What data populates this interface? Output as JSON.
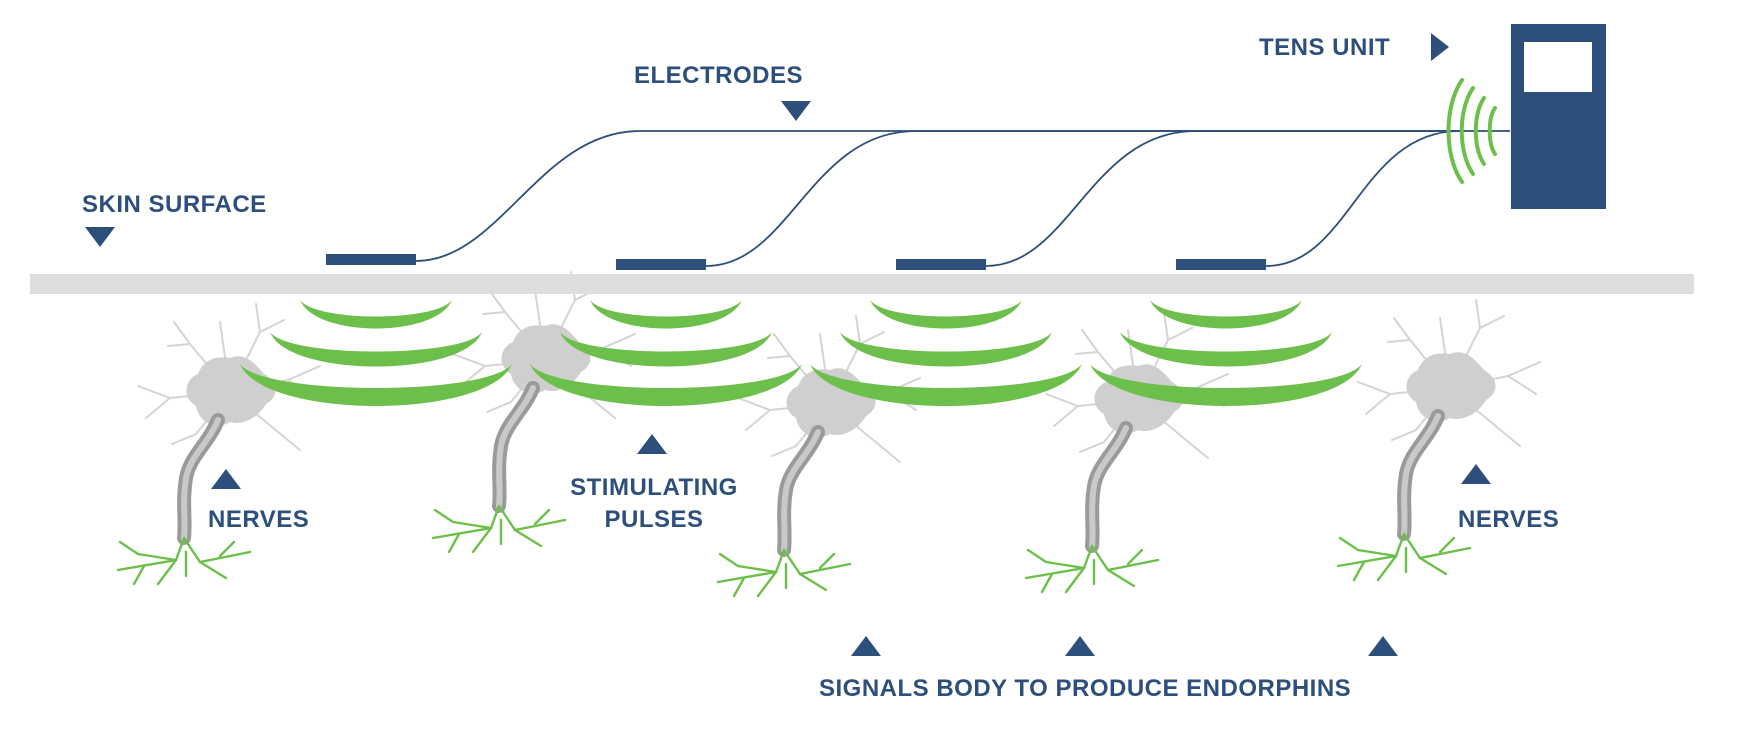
{
  "colors": {
    "accent_blue": "#2d4f7c",
    "pulse_green": "#6cbf4a",
    "skin_gray": "#dedede",
    "nerve_gray": "#cfcfcf",
    "axon_gray": "#9a9a9a"
  },
  "labels": {
    "tens_unit": "TENS UNIT",
    "electrodes": "ELECTRODES",
    "skin_surface": "SKIN SURFACE",
    "nerves_left": "NERVES",
    "stimulating_pulses_line1": "STIMULATING",
    "stimulating_pulses_line2": "PULSES",
    "nerves_right": "NERVES",
    "signals_endorphins": "SIGNALS BODY TO PRODUCE ENDORPHINS"
  },
  "icons": {
    "pointer": "triangle-pointer-icon",
    "device": "tens-device-icon",
    "nerve": "neuron-icon",
    "pulse": "pulse-wave-icon"
  }
}
